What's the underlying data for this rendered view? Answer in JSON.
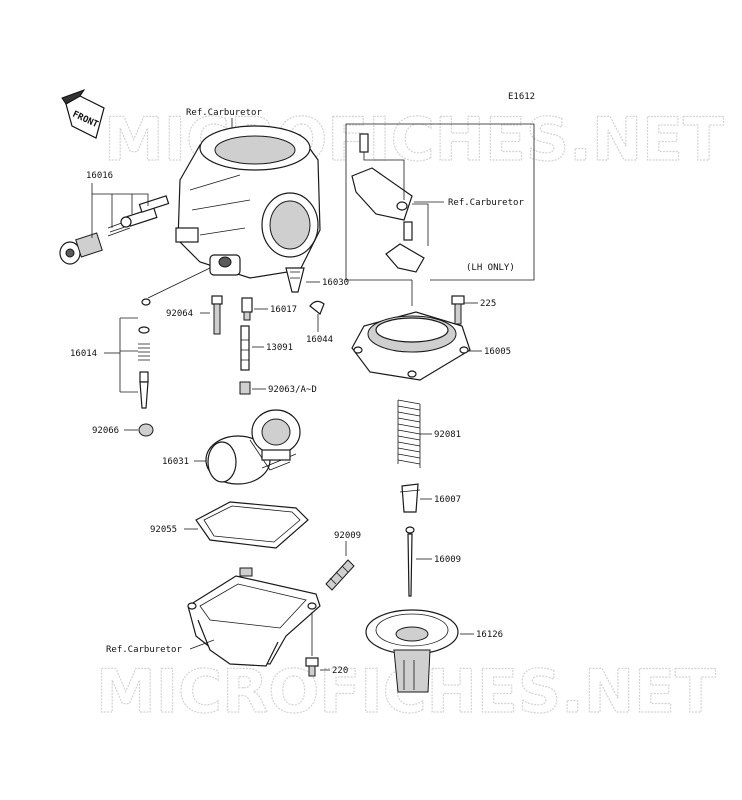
{
  "diagram_code": "E1612",
  "front_label": "FRONT",
  "watermark": "MICROFICHES.NET",
  "labels": {
    "ref_carb_top": "Ref.Carburetor",
    "ref_carb_right": "Ref.Carburetor",
    "ref_carb_bottom": "Ref.Carburetor",
    "lh_only": "(LH ONLY)",
    "p16016": "16016",
    "p16014": "16014",
    "p92064": "92064",
    "p16017": "16017",
    "p16030": "16030",
    "p16044": "16044",
    "p13091": "13091",
    "p92063": "92063/A~D",
    "p92066": "92066",
    "p16031": "16031",
    "p92055": "92055",
    "p92009": "92009",
    "p225": "225",
    "p16005": "16005",
    "p92081": "92081",
    "p16007": "16007",
    "p16009": "16009",
    "p16126": "16126",
    "p220": "220"
  }
}
